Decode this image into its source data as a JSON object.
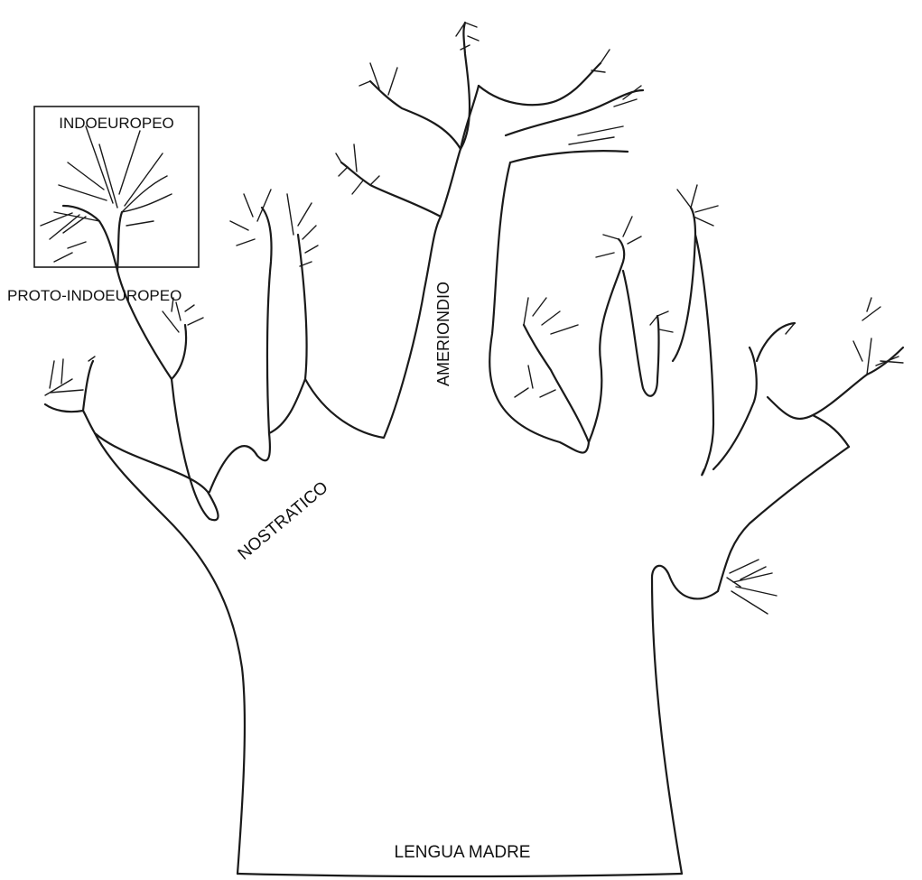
{
  "labels": {
    "indoeuropeo": "INDOEUROPEO",
    "proto_indoeuropeo": "PROTO-INDOEUROPEO",
    "nostratico": "NOSTRATICO",
    "ameriondio": "AMERIONDIO",
    "lengua_madre": "LENGUA MADRE"
  },
  "colors": {
    "line": "#1a1a1a",
    "text": "#111111",
    "background": "#ffffff"
  }
}
